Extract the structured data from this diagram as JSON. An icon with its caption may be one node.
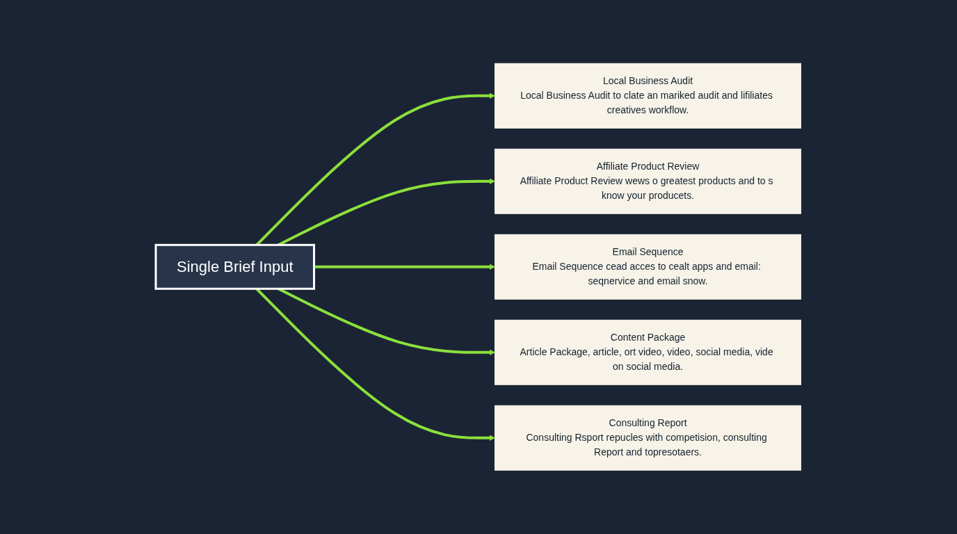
{
  "diagram": {
    "nodes": [
      {
        "text": [
          "Single Brief Input"
        ]
      },
      {
        "text": [
          "Local Business Audit",
          "Local Business Audit to clate an mariked audit and lifiliates creatives workflow."
        ]
      },
      {
        "text": [
          "Affiliate Product Review",
          "Affiliate Product Review wews o greatest products and to s know your producets."
        ]
      },
      {
        "text": [
          "Email Sequence",
          "Email Sequence cead acces to cealt apps and email: seqnervice and email snow."
        ]
      },
      {
        "text": [
          "Content Package",
          "Article Package, article, ort video, video, social media, vide on social media."
        ]
      },
      {
        "text": [
          "Consulting Report",
          "Consulting Rsport repucles with competision, consulting Report and topresotaers."
        ]
      }
    ],
    "edges": [
      {
        "from": 0,
        "to": 1,
        "arrow": "to"
      },
      {
        "from": 0,
        "to": 2,
        "arrow": "to"
      },
      {
        "from": 0,
        "to": 3,
        "arrow": "to"
      },
      {
        "from": 0,
        "to": 4,
        "arrow": "to"
      },
      {
        "from": 0,
        "to": 5,
        "arrow": "to"
      }
    ]
  }
}
